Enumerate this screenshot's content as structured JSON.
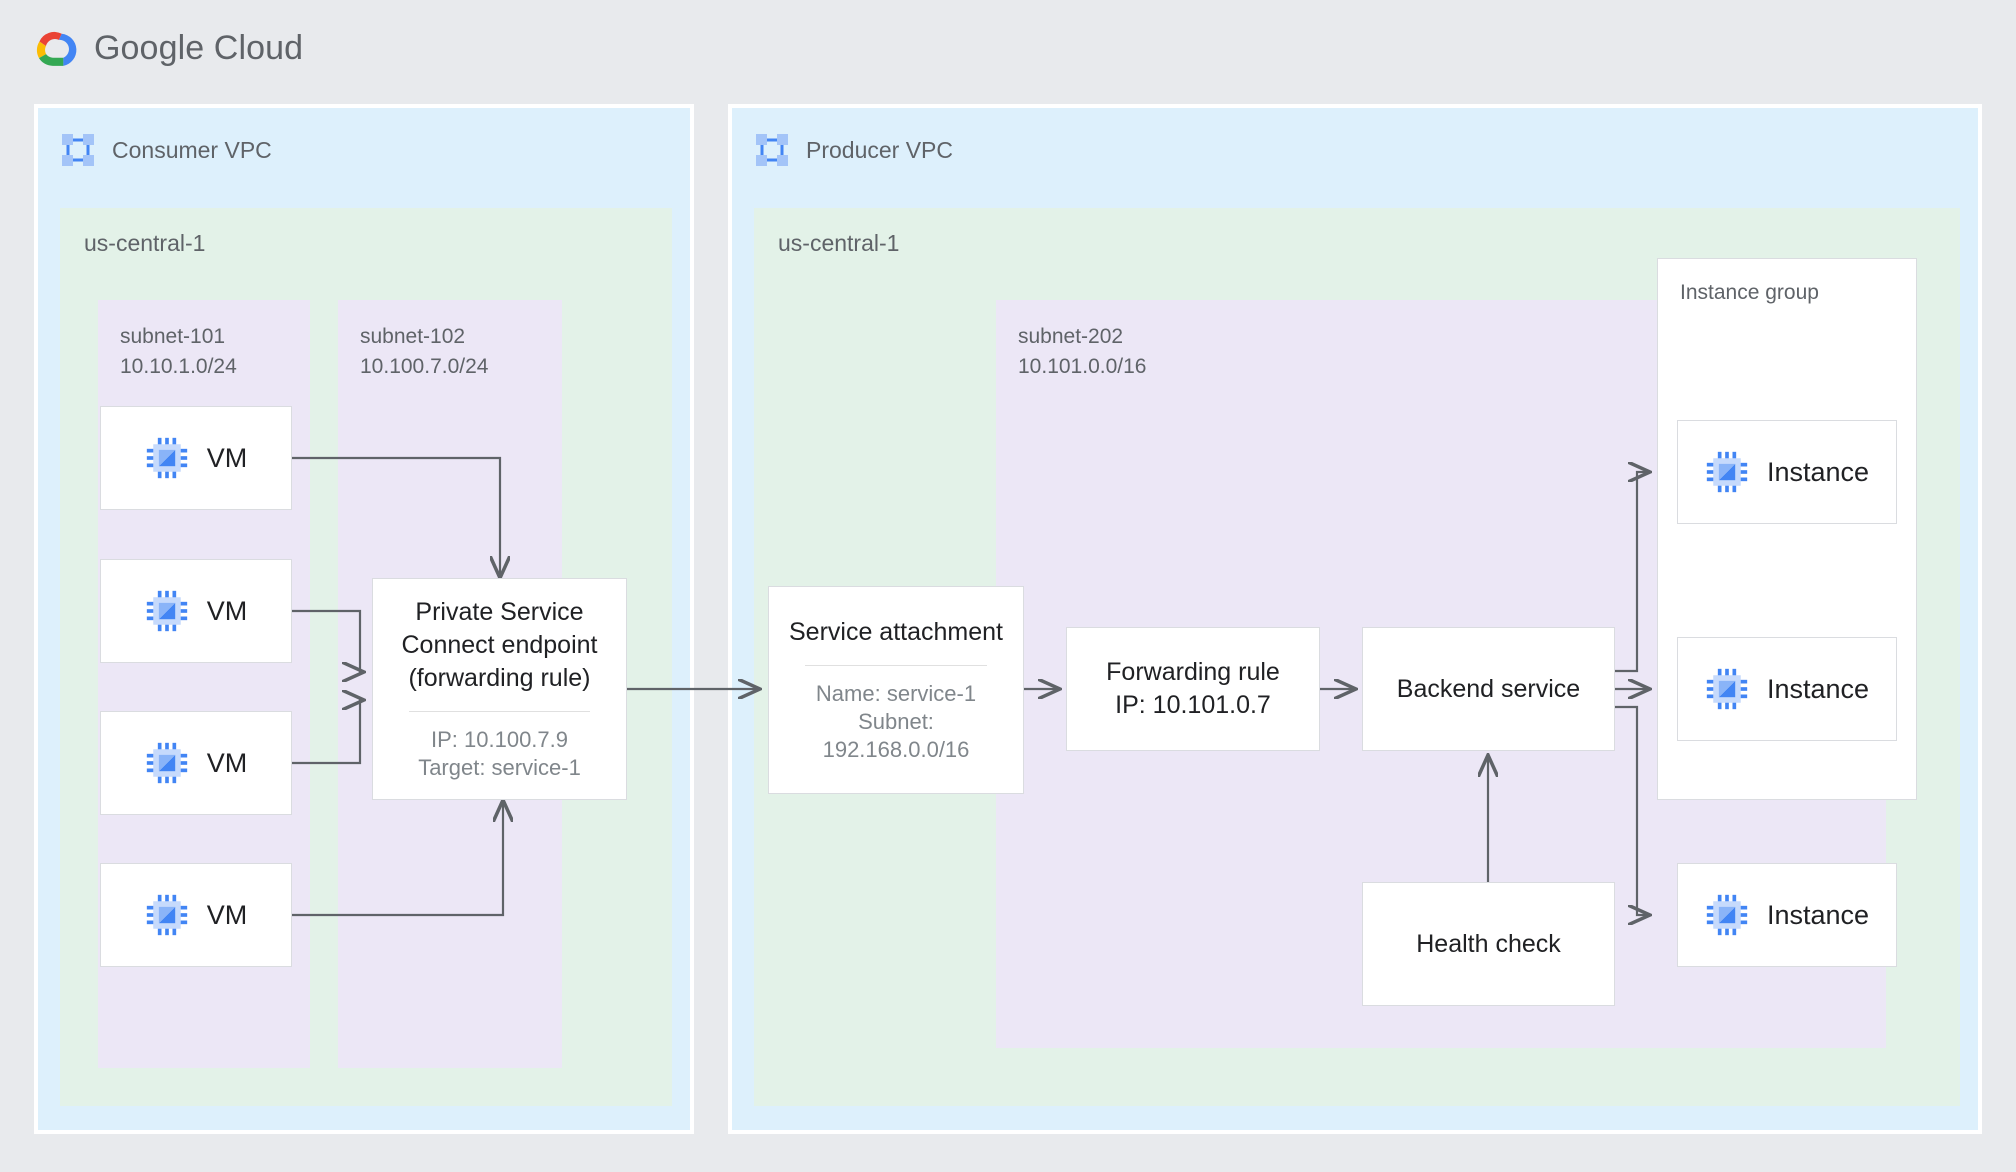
{
  "brand": {
    "name_bold": "Google",
    "name_light": "Cloud",
    "logo_icon": "google-cloud-logo"
  },
  "consumer_vpc": {
    "title": "Consumer VPC",
    "icon": "vpc-network-icon",
    "region": "us-central-1",
    "subnet_101": {
      "name": "subnet-101",
      "cidr": "10.10.1.0/24"
    },
    "subnet_102": {
      "name": "subnet-102",
      "cidr": "10.100.7.0/24"
    },
    "vms": [
      {
        "label": "VM",
        "icon": "vm-chip-icon"
      },
      {
        "label": "VM",
        "icon": "vm-chip-icon"
      },
      {
        "label": "VM",
        "icon": "vm-chip-icon"
      },
      {
        "label": "VM",
        "icon": "vm-chip-icon"
      }
    ],
    "psc_endpoint": {
      "title": "Private Service\nConnect endpoint\n(forwarding rule)",
      "details": "IP: 10.100.7.9\nTarget: service-1"
    }
  },
  "producer_vpc": {
    "title": "Producer VPC",
    "icon": "vpc-network-icon",
    "region": "us-central-1",
    "subnet_202": {
      "name": "subnet-202",
      "cidr": "10.101.0.0/16"
    },
    "service_attachment": {
      "title": "Service attachment",
      "details": "Name: service-1\nSubnet:\n192.168.0.0/16"
    },
    "forwarding_rule": {
      "label": "Forwarding rule\nIP: 10.101.0.7"
    },
    "backend_service": {
      "label": "Backend service"
    },
    "health_check": {
      "label": "Health check"
    },
    "instance_group": {
      "label": "Instance group",
      "instances": [
        {
          "label": "Instance",
          "icon": "vm-chip-icon"
        },
        {
          "label": "Instance",
          "icon": "vm-chip-icon"
        },
        {
          "label": "Instance",
          "icon": "vm-chip-icon"
        }
      ]
    }
  },
  "colors": {
    "page_background": "#e8eaed",
    "vpc_panel": "#ddf0fc",
    "region_panel": "#e3f2e8",
    "subnet_panel": "#ece7f6",
    "node_background": "#ffffff",
    "node_border": "#dadce0",
    "connector": "#5f6368",
    "text_primary": "#202124",
    "text_secondary": "#5f6368",
    "text_muted": "#80868b",
    "icon_blue": "#4285f4",
    "logo_red": "#ea4335",
    "logo_yellow": "#fbbc04",
    "logo_green": "#34a853",
    "logo_blue": "#4285f4"
  }
}
